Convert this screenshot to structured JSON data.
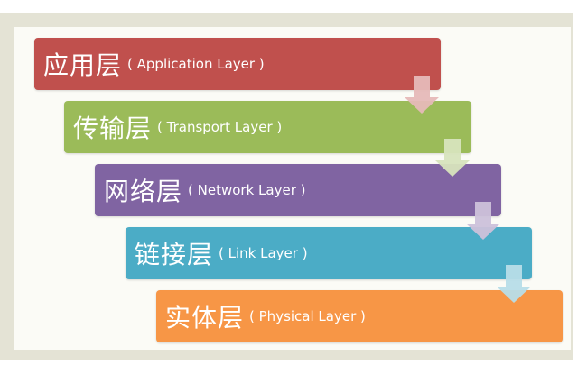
{
  "layers": [
    {
      "cn": "应用层",
      "en": "( Application Layer )",
      "color": "#c0504d"
    },
    {
      "cn": "传输层",
      "en": "( Transport Layer )",
      "color": "#9bbb59"
    },
    {
      "cn": "网络层",
      "en": "( Network Layer )",
      "color": "#8064a2"
    },
    {
      "cn": "链接层",
      "en": "( Link Layer )",
      "color": "#4bacc6"
    },
    {
      "cn": "实体层",
      "en": "( Physical Layer )",
      "color": "#f79646"
    }
  ],
  "arrows": [
    {
      "color": "#e6b9b8"
    },
    {
      "color": "#d7e4bd"
    },
    {
      "color": "#ccc1da"
    },
    {
      "color": "#b7dde8"
    }
  ]
}
